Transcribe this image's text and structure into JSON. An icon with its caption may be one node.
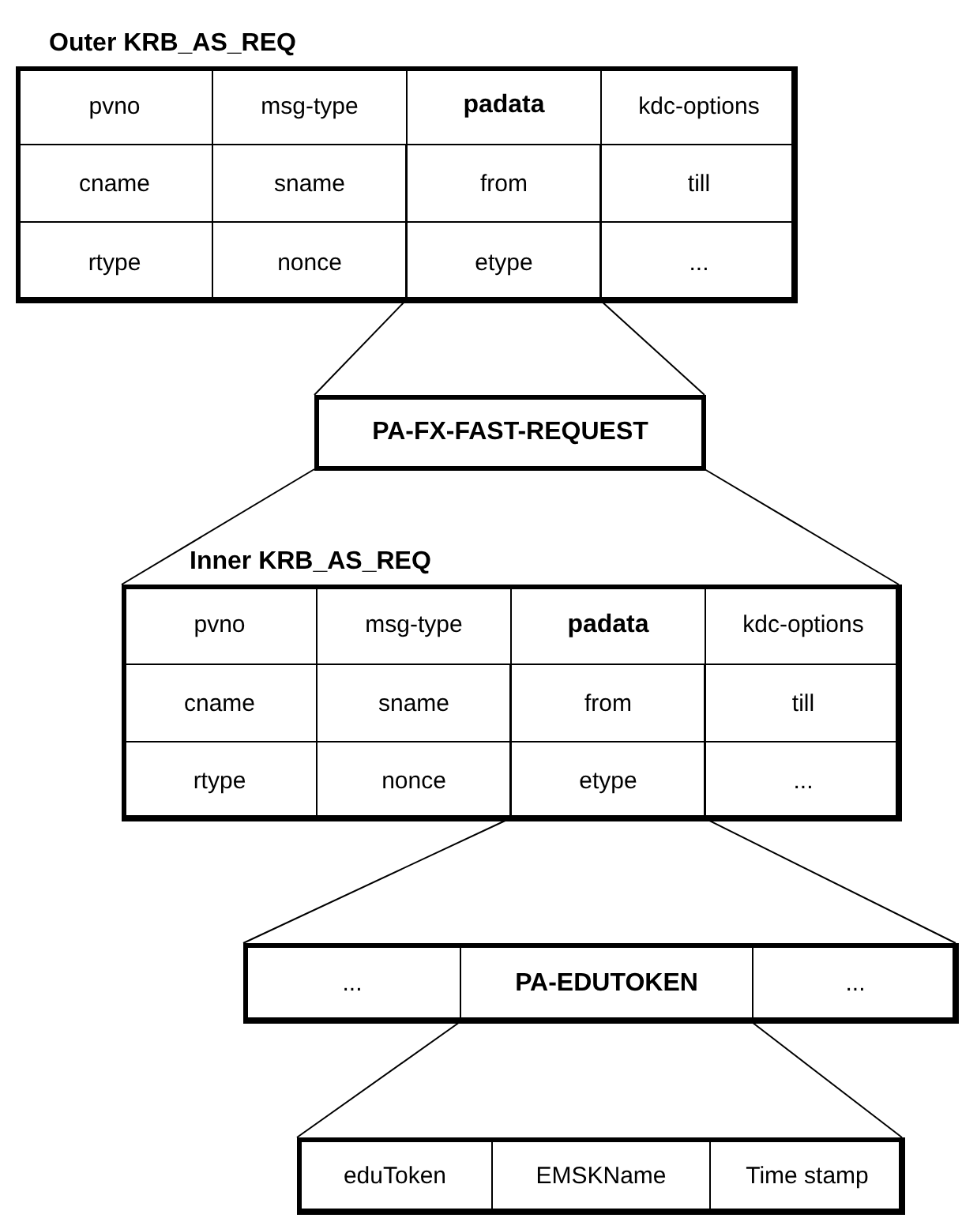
{
  "diagram": {
    "nodes": [
      {
        "text": [
          "Outer KRB_AS_REQ"
        ]
      },
      {
        "text": [
          "pvno"
        ],
        "in": 0
      },
      {
        "text": [
          "msg-type"
        ],
        "in": 0
      },
      {
        "text": [
          "padata"
        ],
        "in": 0
      },
      {
        "text": [
          "kdc-options"
        ],
        "in": 0
      },
      {
        "text": [
          "cname"
        ],
        "in": 0
      },
      {
        "text": [
          "sname"
        ],
        "in": 0
      },
      {
        "text": [
          "from"
        ],
        "in": 0
      },
      {
        "text": [
          "till"
        ],
        "in": 0
      },
      {
        "text": [
          "rtype"
        ],
        "in": 0
      },
      {
        "text": [
          "nonce"
        ],
        "in": 0
      },
      {
        "text": [
          "etype"
        ],
        "in": 0
      },
      {
        "text": [
          "..."
        ],
        "in": 0
      },
      {
        "text": [
          "PA-FX-FAST-REQUEST"
        ]
      },
      {
        "text": [
          "Inner KRB_AS_REQ"
        ]
      },
      {
        "text": [
          "pvno"
        ],
        "in": 14
      },
      {
        "text": [
          "msg-type"
        ],
        "in": 14
      },
      {
        "text": [
          "padata"
        ],
        "in": 14
      },
      {
        "text": [
          "kdc-options"
        ],
        "in": 14
      },
      {
        "text": [
          "cname"
        ],
        "in": 14
      },
      {
        "text": [
          "sname"
        ],
        "in": 14
      },
      {
        "text": [
          "from"
        ],
        "in": 14
      },
      {
        "text": [
          "till"
        ],
        "in": 14
      },
      {
        "text": [
          "rtype"
        ],
        "in": 14
      },
      {
        "text": [
          "nonce"
        ],
        "in": 14
      },
      {
        "text": [
          "etype"
        ],
        "in": 14
      },
      {
        "text": [
          "..."
        ],
        "in": 14
      },
      {
        "text": [],
        "shape": "box"
      },
      {
        "text": [
          "..."
        ],
        "in": 27
      },
      {
        "text": [
          "PA-EDUTOKEN"
        ],
        "in": 27
      },
      {
        "text": [
          "..."
        ],
        "in": 27
      },
      {
        "text": [],
        "shape": "box"
      },
      {
        "text": [
          "eduToken"
        ],
        "in": 31
      },
      {
        "text": [
          "EMSKName"
        ],
        "in": 31
      },
      {
        "text": [
          "Time stamp"
        ],
        "in": 31
      }
    ],
    "edges": [
      {
        "from": 3,
        "to": 13,
        "arrow": "none"
      },
      {
        "from": 3,
        "to": 13,
        "arrow": "none"
      },
      {
        "from": 13,
        "to": 14,
        "arrow": "none"
      },
      {
        "from": 13,
        "to": 14,
        "arrow": "none"
      },
      {
        "from": 17,
        "to": 27,
        "arrow": "none"
      },
      {
        "from": 17,
        "to": 27,
        "arrow": "none"
      },
      {
        "from": 29,
        "to": 31,
        "arrow": "none"
      },
      {
        "from": 29,
        "to": 31,
        "arrow": "none"
      }
    ]
  }
}
